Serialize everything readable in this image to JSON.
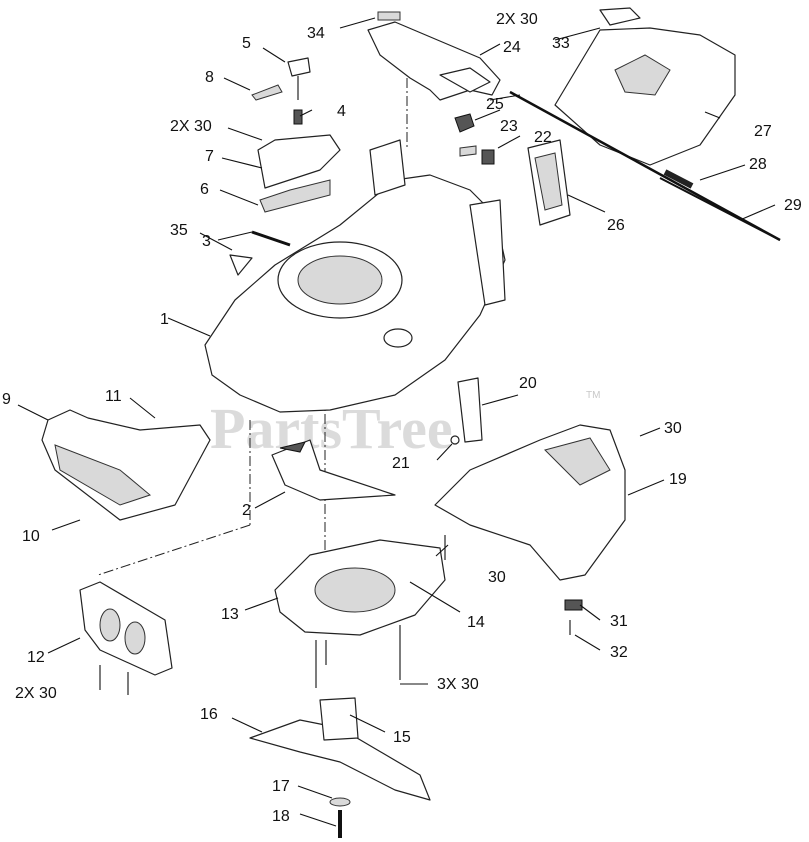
{
  "watermark": {
    "text": "PartsTree",
    "trademark": "TM"
  },
  "labels": {
    "p1": "1",
    "p2": "2",
    "p3": "3",
    "p4": "4",
    "p5": "5",
    "p6": "6",
    "p7": "7",
    "p8": "8",
    "p9": "9",
    "p10": "10",
    "p11": "11",
    "p12": "12",
    "p13": "13",
    "p14": "14",
    "p15": "15",
    "p16": "16",
    "p17": "17",
    "p18": "18",
    "p19": "19",
    "p20": "20",
    "p21": "21",
    "p22": "22",
    "p23": "23",
    "p24": "24",
    "p25": "25",
    "p26": "26",
    "p27": "27",
    "p28": "28",
    "p29": "29",
    "p30a": "30",
    "p30b": "30",
    "p31": "31",
    "p32": "32",
    "p33": "33",
    "p34": "34",
    "p35": "35",
    "qty_top": "2X 30",
    "qty_left": "2X 30",
    "qty_bottom_left": "2X 30",
    "qty_deck": "3X 30"
  }
}
